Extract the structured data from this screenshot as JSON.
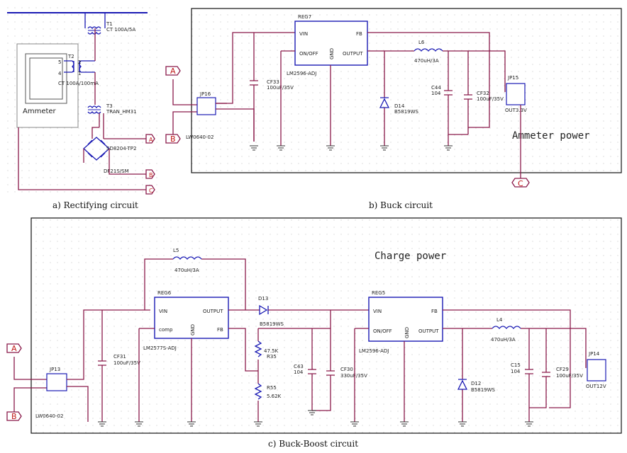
{
  "captions": {
    "a": "a) Rectifying circuit",
    "b": "b) Buck circuit",
    "c": "c) Buck-Boost circuit"
  },
  "panel_a": {
    "ammeter": "Ammeter",
    "t1": "T1",
    "t1_val": "CT 100A/5A",
    "t2": "T2",
    "t2_val": "CT 100A/100mA",
    "t3": "T3",
    "t3_val": "TRAN_HM31",
    "bridge1": "SD8204-TP2",
    "bridge2": "DF21S/SM",
    "pins": [
      "5",
      "2",
      "4",
      "1"
    ]
  },
  "ports": {
    "a": "A",
    "b": "B",
    "c": "C"
  },
  "panel_b": {
    "title": "Ammeter power",
    "jp_in": "JP16",
    "jp_in_part": "LW0640-02",
    "reg": "REG7",
    "reg_part": "LM2596-ADJ",
    "vin": "VIN",
    "onoff": "ON/OFF",
    "gnd": "GND",
    "fb": "FB",
    "output": "OUTPUT",
    "cap_in": "CF33",
    "cap_in_val": "100uF/35V",
    "ind": "L6",
    "ind_val": "470uH/3A",
    "diode": "D14",
    "diode_val": "B5819WS",
    "cap_c": "C44",
    "cap_c_val": "104",
    "cap_out": "CF32",
    "cap_out_val": "100uF/35V",
    "jp_out": "JP15",
    "jp_out_val": "OUT3.3V"
  },
  "panel_c": {
    "title": "Charge power",
    "jp_in": "JP13",
    "jp_in_part": "LW0640-02",
    "cap_in": "CF31",
    "cap_in_val": "100uF/35V",
    "ind1": "L5",
    "ind1_val": "470uH/3A",
    "reg1": "REG6",
    "reg1_part": "LM2577S-ADJ",
    "vin": "VIN",
    "comp": "comp",
    "gnd": "GND",
    "output": "OUTPUT",
    "fb": "FB",
    "onoff": "ON/OFF",
    "d13": "D13",
    "d13_val": "B5819WS",
    "r35": "R35",
    "r35_val": "47.5K",
    "r55": "R55",
    "r55_val": "5.62K",
    "c43": "C43",
    "c43_val": "104",
    "cf30": "CF30",
    "cf30_val": "330uF/35V",
    "reg2": "REG5",
    "reg2_part": "LM2596-ADJ",
    "ind2": "L4",
    "ind2_val": "470uH/3A",
    "d12": "D12",
    "d12_val": "B5819WS",
    "c15": "C15",
    "c15_val": "104",
    "cf29": "CF29",
    "cf29_val": "100uF/35V",
    "jp_out": "JP14",
    "jp_out_val": "OUT12V"
  }
}
